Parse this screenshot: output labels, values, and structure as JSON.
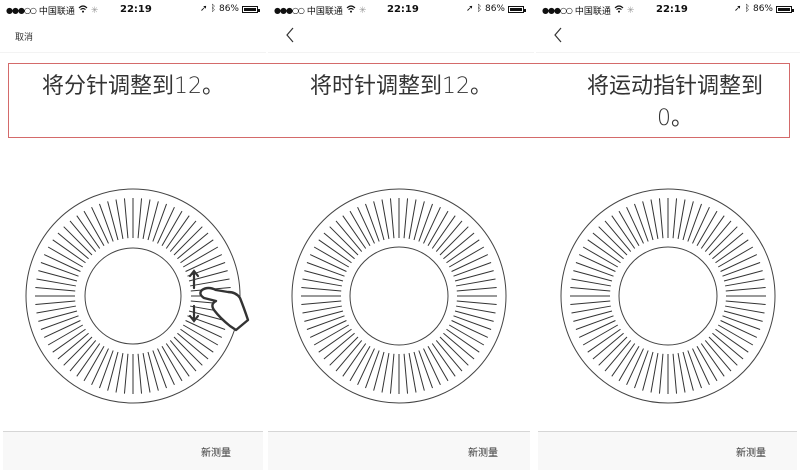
{
  "status_bar": {
    "signal": "●●●○○",
    "carrier": "中国联通",
    "time": "22:19",
    "battery": "86%"
  },
  "screens": [
    {
      "nav_left_label": "取消",
      "instruction": "将分针调整到12。",
      "footer_button": "新测量",
      "gesture_hint": true
    },
    {
      "nav_left_icon": "back-chevron",
      "instruction": "将时针调整到12。",
      "footer_button": "新测量",
      "gesture_hint": false
    },
    {
      "nav_left_icon": "back-chevron",
      "instruction_line1": "将运动指针调整到",
      "instruction_line2": "0。",
      "footer_button": "新测量",
      "gesture_hint": false
    }
  ],
  "dial": {
    "tick_count": 72,
    "outer_radius": 107,
    "inner_radius": 48,
    "tick_inner": 58,
    "tick_outer": 98
  },
  "colors": {
    "highlight_box": "#d46a6a",
    "footer_bg": "#f8f8f8",
    "line": "#333333"
  }
}
